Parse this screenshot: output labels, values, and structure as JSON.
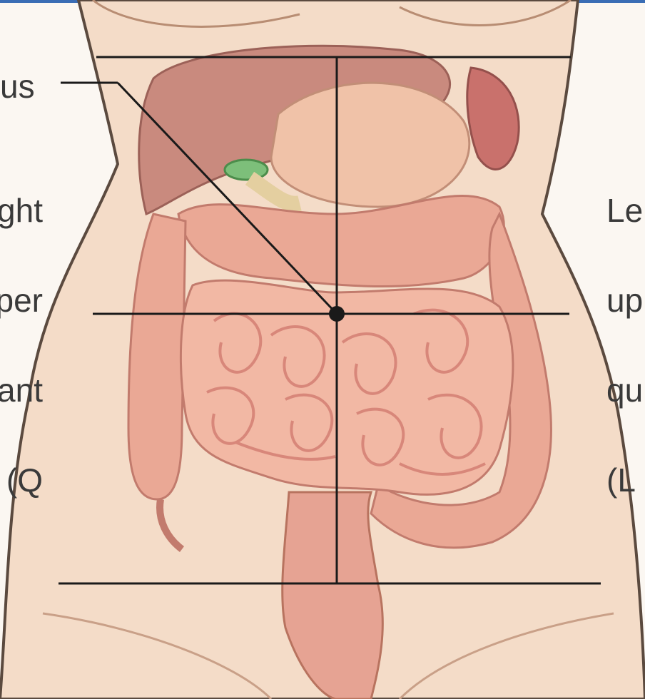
{
  "diagram": {
    "labels": {
      "umbilicus": "us",
      "right_upper_quadrant": [
        "ght",
        "per",
        "ant",
        "Q)"
      ],
      "left_upper_quadrant": [
        "Le",
        "up",
        "qu",
        "(L"
      ]
    },
    "colors": {
      "skin": "#f4dcc8",
      "skin_shadow": "#e3bfa3",
      "outline": "#5b4a3f",
      "liver": "#c98a7e",
      "stomach": "#f0c2a8",
      "spleen": "#c9716c",
      "gallbladder": "#7dbf7a",
      "intestine": "#f2b8a4",
      "intestine_dark": "#d8877a",
      "colon": "#eaa895",
      "line": "#1a1a1a",
      "accent_bar": "#3a6db5"
    }
  }
}
